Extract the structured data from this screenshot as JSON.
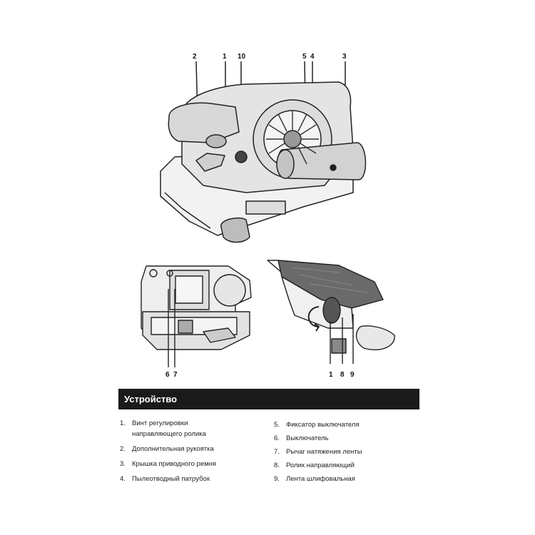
{
  "callouts": {
    "top": [
      "2",
      "1",
      "10",
      "5",
      "4",
      "3"
    ],
    "bottom_left": [
      "6",
      "7"
    ],
    "bottom_right": [
      "1",
      "8",
      "9"
    ]
  },
  "section": {
    "title": "Устройство"
  },
  "parts": [
    {
      "num": "1.",
      "text": "Винт регулировки\nнаправляющего ролика"
    },
    {
      "num": "2.",
      "text": "Дополнительная рукоятка"
    },
    {
      "num": "3.",
      "text": "Крышка приводного ремня"
    },
    {
      "num": "4.",
      "text": "Пылеотводный патрубок"
    },
    {
      "num": "5.",
      "text": "Фиксатор выключателя"
    },
    {
      "num": "6.",
      "text": "Выключатель"
    },
    {
      "num": "7.",
      "text": "Рычаг натяжения ленты"
    },
    {
      "num": "8.",
      "text": "Ролик направляющий"
    },
    {
      "num": "9.",
      "text": "Лента шлифовальная"
    }
  ]
}
